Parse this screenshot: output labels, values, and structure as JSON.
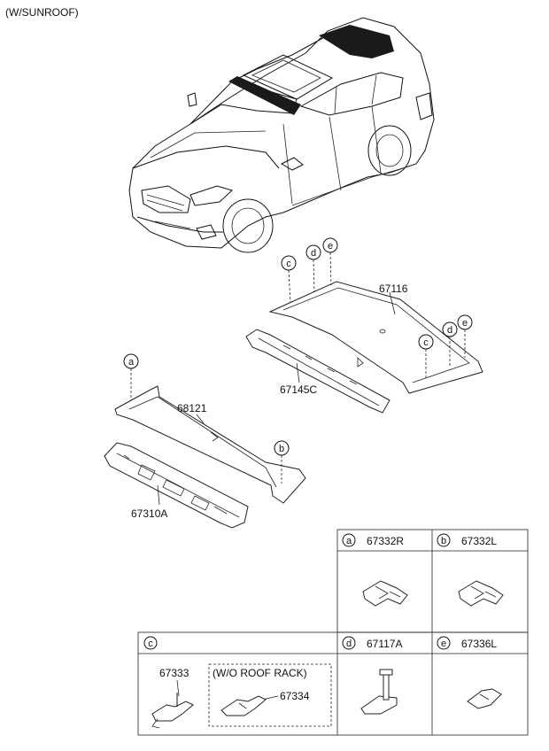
{
  "title": "(W/SUNROOF)",
  "callouts": {
    "part_67116": "67116",
    "part_67145C": "67145C",
    "part_68121": "68121",
    "part_67310A": "67310A"
  },
  "circle_letters": {
    "a": "a",
    "b": "b",
    "c": "c",
    "d": "d",
    "e": "e"
  },
  "table": {
    "cell_a": {
      "letter": "a",
      "part": "67332R"
    },
    "cell_b": {
      "letter": "b",
      "part": "67332L"
    },
    "cell_c": {
      "letter": "c",
      "part_1": "67333",
      "group_label": "(W/O ROOF RACK)",
      "part_2": "67334"
    },
    "cell_d": {
      "letter": "d",
      "part": "67117A"
    },
    "cell_e": {
      "letter": "e",
      "part": "67336L"
    }
  },
  "colors": {
    "line": "#111111",
    "background": "#ffffff",
    "glass": "#1a1a1a"
  }
}
